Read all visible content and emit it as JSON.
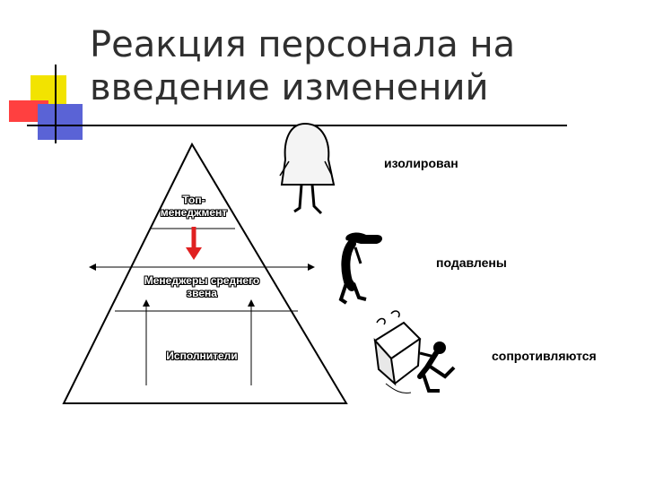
{
  "slide": {
    "title_line1": "Реакция персонала на",
    "title_line2": "введение изменений"
  },
  "pyramid": {
    "top_label_line1": "Топ-",
    "top_label_line2": "менеджмент",
    "middle_label_line1": "Менеджеры среднего",
    "middle_label_line2": "звена",
    "bottom_label": "Исполнители"
  },
  "reactions": {
    "isolated": "изолирован",
    "suppressed": "подавлены",
    "resist": "сопротивляются"
  },
  "colors": {
    "accent_yellow": "#f2e300",
    "accent_red": "#ff4040",
    "accent_blue": "#5a63d6",
    "arrow_red": "#e02020"
  }
}
